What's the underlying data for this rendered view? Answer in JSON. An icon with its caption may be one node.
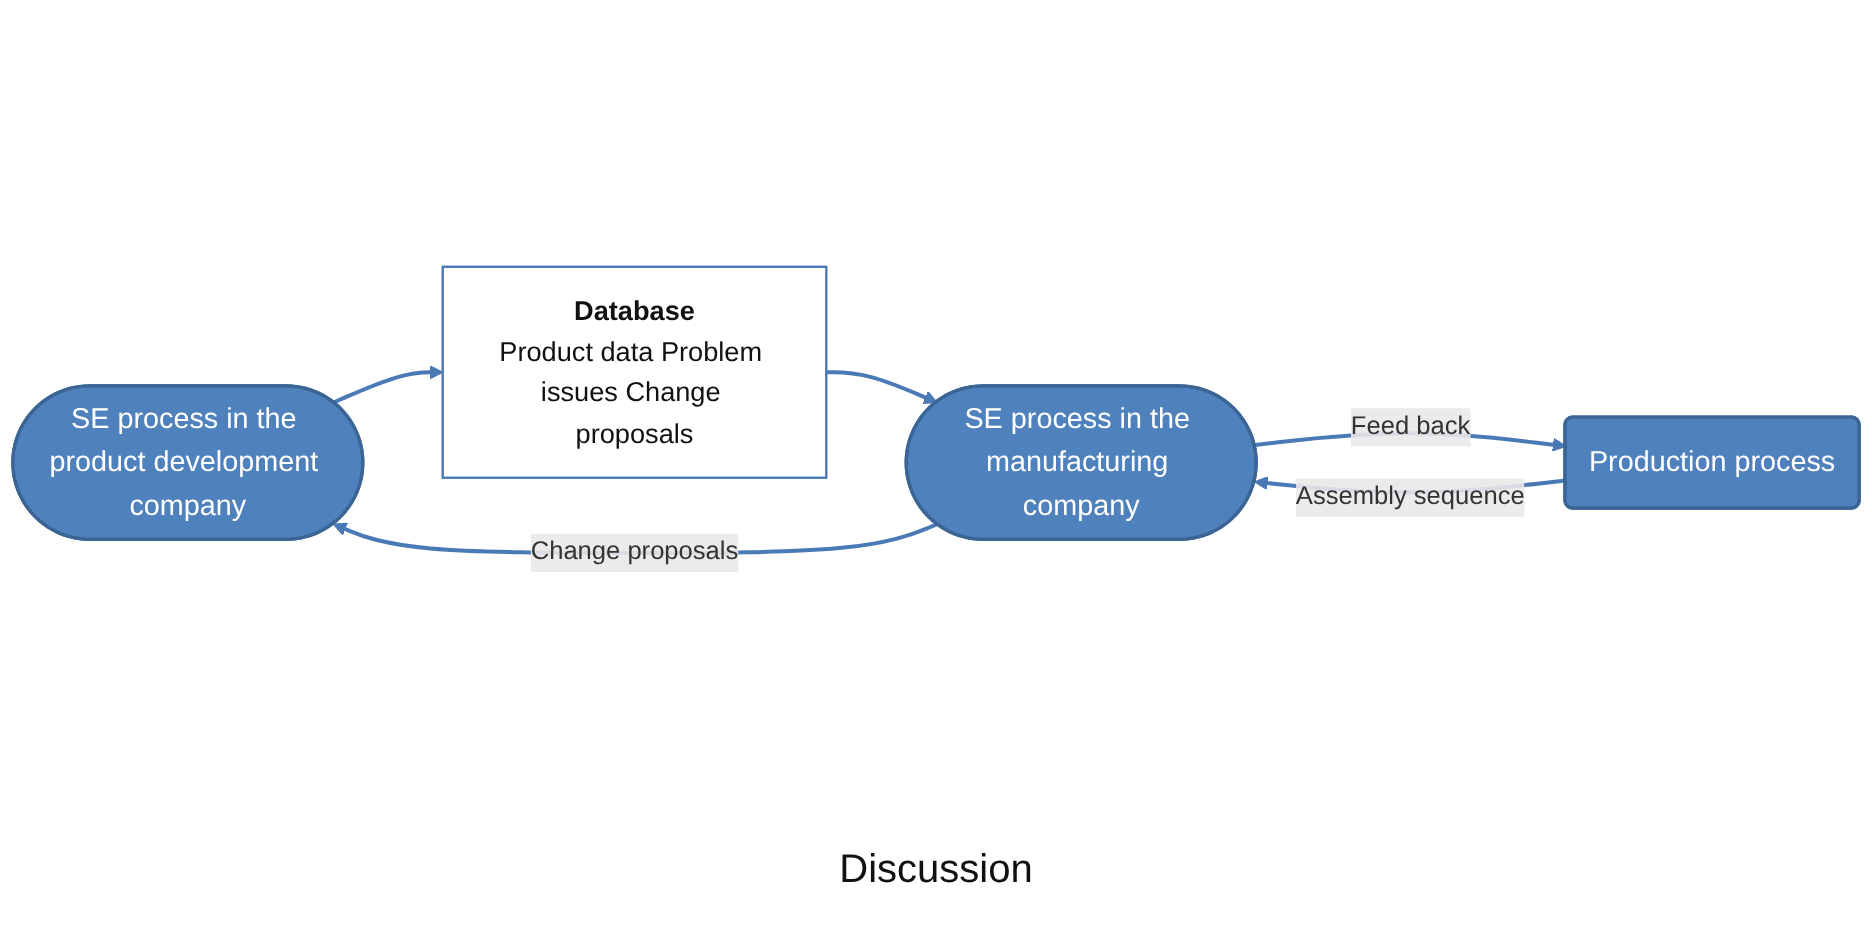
{
  "diagram": {
    "nodes": [
      {
        "text": [
          "SE process in the product development company"
        ]
      },
      {
        "text": [
          "SE process in the manufacturing company"
        ]
      },
      {
        "text": [
          "Production process"
        ]
      },
      {
        "text": [
          "Database",
          "Product data Problem issues Change proposals"
        ]
      }
    ],
    "edges": [
      {
        "from": 1,
        "to": 0,
        "arrow": "to",
        "label": "Change proposals"
      },
      {
        "from": 2,
        "to": 1,
        "arrow": "to",
        "label": "Assembly sequence"
      },
      {
        "from": 1,
        "to": 2,
        "arrow": "to",
        "label": "Feed back"
      },
      {
        "from": 0,
        "to": 3,
        "arrow": "to"
      },
      {
        "from": 3,
        "to": 1,
        "arrow": "to"
      }
    ],
    "labels": [
      "Discussion"
    ]
  }
}
